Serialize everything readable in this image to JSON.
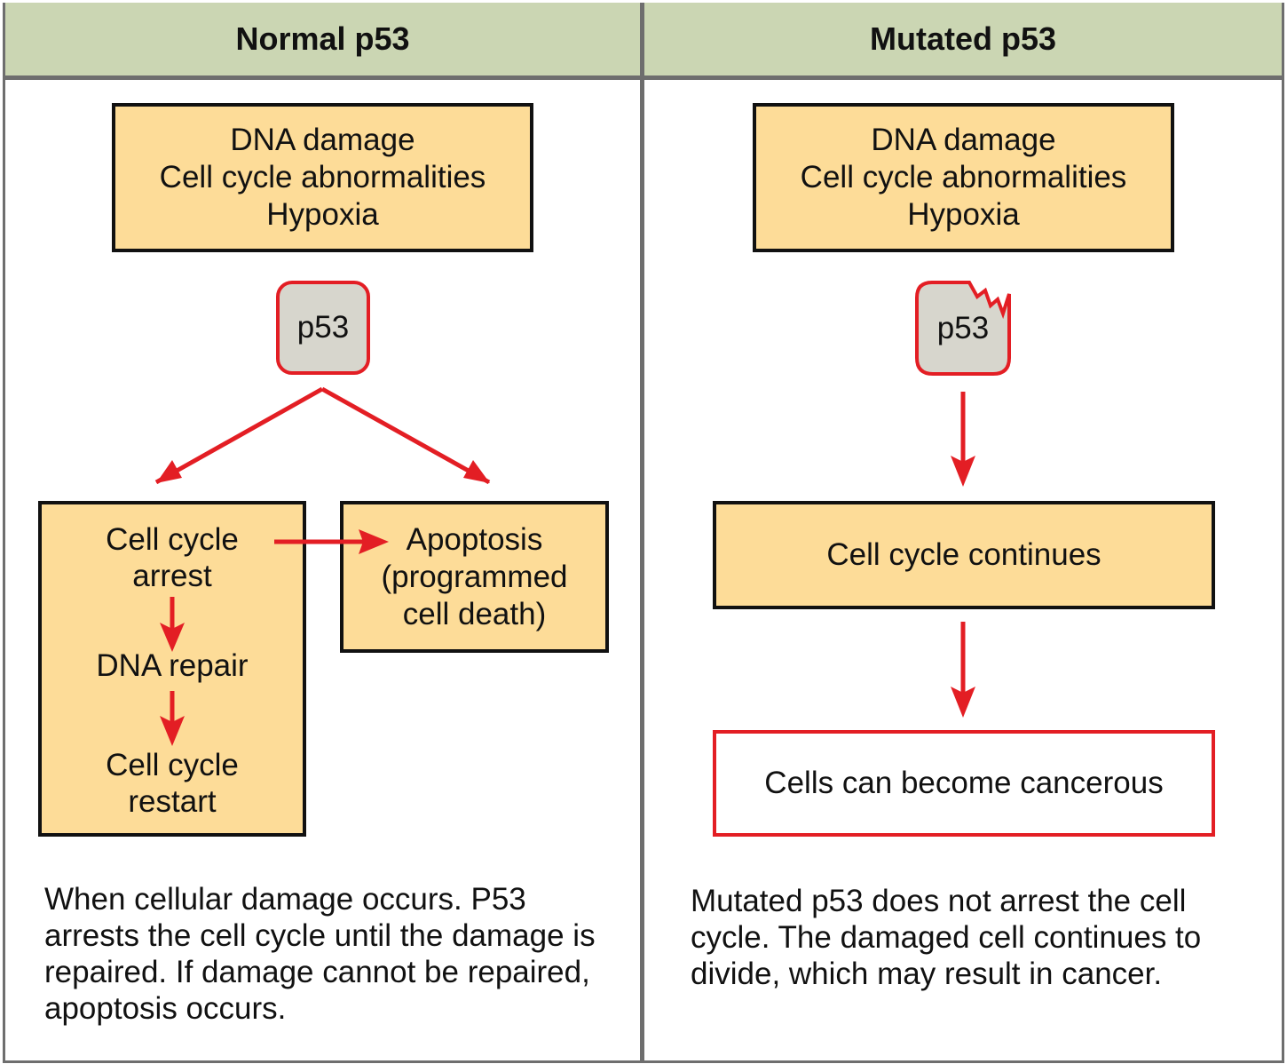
{
  "headers": {
    "left": "Normal p53",
    "right": "Mutated p53"
  },
  "trigger_lines": [
    "DNA damage",
    "Cell cycle abnormalities",
    "Hypoxia"
  ],
  "p53_label": "p53",
  "normal": {
    "arrest": "Cell cycle\narrest",
    "repair": "DNA repair",
    "restart": "Cell cycle\nrestart",
    "apoptosis": "Apoptosis\n(programmed\ncell death)",
    "caption": "When cellular damage occurs. P53 arrests the cell cycle until the damage is repaired. If damage cannot be repaired, apoptosis occurs."
  },
  "mutated": {
    "continues": "Cell cycle continues",
    "cancer": "Cells can become cancerous",
    "caption": "Mutated p53 does not arrest the cell cycle. The damaged cell continues to divide, which may result in cancer."
  },
  "colors": {
    "header_bg": "#cbd6b3",
    "box_fill": "#fddc98",
    "arrow": "#e31e24",
    "p53_fill": "#d7d6cd",
    "border": "#6e6e6e"
  }
}
